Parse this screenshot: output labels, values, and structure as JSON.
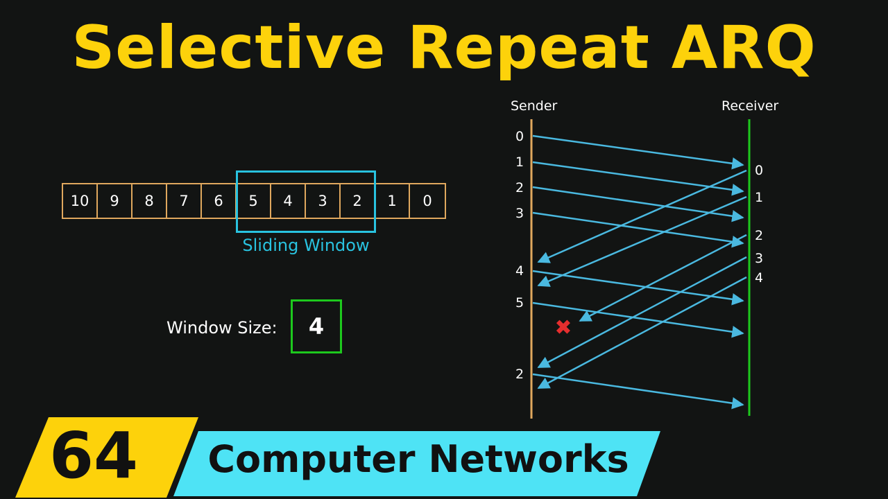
{
  "title": "Selective Repeat ARQ",
  "buffer": {
    "cells": [
      "10",
      "9",
      "8",
      "7",
      "6",
      "5",
      "4",
      "3",
      "2",
      "1",
      "0"
    ],
    "window_label": "Sliding Window"
  },
  "window_size": {
    "label": "Window Size:",
    "value": "4"
  },
  "sequence": {
    "sender_label": "Sender",
    "receiver_label": "Receiver",
    "sender_numbers": [
      "0",
      "1",
      "2",
      "3",
      "4",
      "5",
      "2"
    ],
    "receiver_numbers": [
      "0",
      "1",
      "2",
      "3",
      "4"
    ],
    "lost_marker": "✖"
  },
  "banner": {
    "number": "64",
    "course": "Computer Networks"
  },
  "colors": {
    "title": "#fdd20b",
    "buffer_border": "#e0a85e",
    "window": "#29c3e0",
    "window_size_box": "#1dc91d",
    "sender_line": "#e0a85e",
    "receiver_line": "#1dc91d",
    "arrows": "#4ab9e0",
    "lost": "#e62e2e",
    "banner_yellow": "#fdd20b",
    "banner_cyan": "#4ee3f5"
  }
}
